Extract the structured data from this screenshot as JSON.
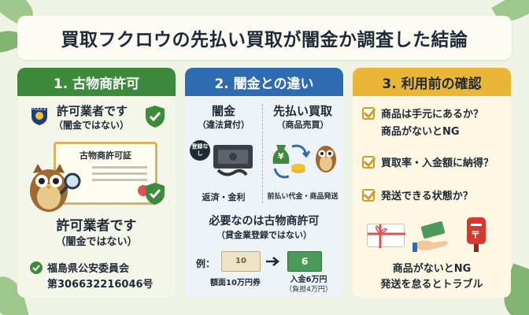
{
  "title": "買取フクロウの先払い買取が闇金か調査した結論",
  "panel1": {
    "title": "1. 古物商許可",
    "badge_heading": "許可業者です",
    "badge_sub": "（闇金ではない）",
    "certificate_title": "古物商許可証",
    "police_badge_text": "POLICE",
    "main_heading": "許可業者です",
    "main_sub": "（闇金ではない）",
    "license_authority": "福島県公安委員会",
    "license_number": "第306632216046号"
  },
  "panel2": {
    "title": "2. 闇金との違い",
    "left_heading": "闇金",
    "left_sub": "（違法貸付）",
    "left_tag": "登録なし",
    "left_caption": "返済・金利",
    "right_heading": "先払い買取",
    "right_sub": "（商品売買）",
    "right_caption": "前払い代金・商品発送",
    "required_heading": "必要なのは古物商許可",
    "required_sub": "（貸金業登録ではない）",
    "example_label": "例：",
    "face_value_caption": "額面10万円券",
    "payout_caption": "入金6万円",
    "payout_sub": "（負担4万円）",
    "bill_10": "10",
    "bill_6": "6",
    "yen_sign": "¥"
  },
  "panel3": {
    "title": "3. 利用前の確認",
    "items": [
      {
        "line1": "商品は手元にあるか？",
        "line2": "商品がないとNG"
      },
      {
        "line1": "買取率・入金額に納得？",
        "line2": ""
      },
      {
        "line1": "発送できる状態か？",
        "line2": ""
      }
    ],
    "warning_line1": "商品がないとNG",
    "warning_line2": "発送を怠るとトラブル",
    "post_symbol": "〒"
  },
  "colors": {
    "green": "#3d8a3d",
    "blue": "#2e6bb0",
    "yellow": "#e9b637",
    "check": "#d79a1e"
  }
}
